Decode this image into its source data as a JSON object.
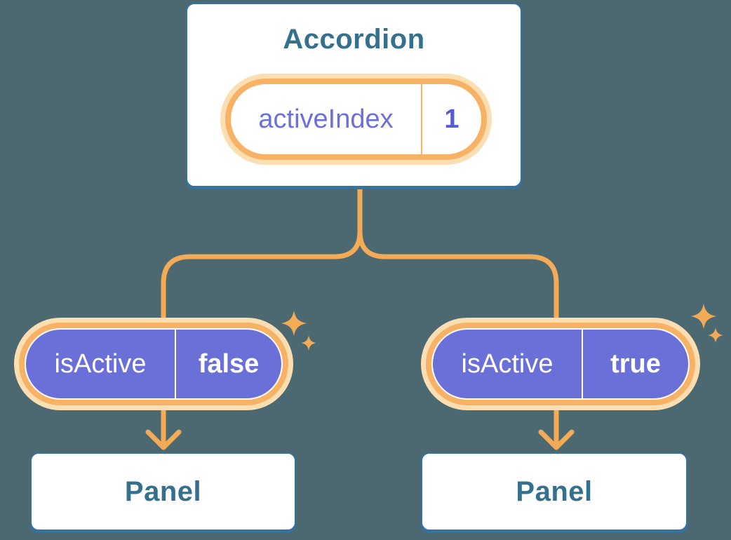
{
  "accordion": {
    "title": "Accordion",
    "state": {
      "name": "activeIndex",
      "value": "1"
    }
  },
  "children": [
    {
      "prop": {
        "name": "isActive",
        "value": "false"
      },
      "panel": {
        "title": "Panel"
      }
    },
    {
      "prop": {
        "name": "isActive",
        "value": "true"
      },
      "panel": {
        "title": "Panel"
      }
    }
  ],
  "icons": {
    "sparkle": "✦"
  },
  "colors": {
    "background": "#4C6972",
    "card_bg": "#FFFFFF",
    "card_border": "#35739F",
    "heading_text": "#35708E",
    "purple_fill": "#6B6FD8",
    "purple_label": "#6B70DB",
    "value_accent": "#575CD2",
    "on_purple": "#FFFFFF",
    "orange_ring": "#F8B266",
    "orange_halo": "#FBDFB2",
    "connector": "#F3AC55",
    "sparkle": "#F3AC55"
  }
}
